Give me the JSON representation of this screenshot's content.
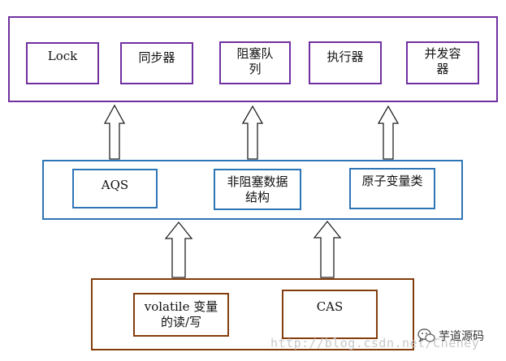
{
  "layers": {
    "top": {
      "border_color": "#7030a0",
      "items": [
        "Lock",
        "同步器",
        "阻塞队列",
        "执行器",
        "并发容器"
      ]
    },
    "middle": {
      "border_color": "#2e75b6",
      "items": [
        "AQS",
        "非阻塞数据结构",
        "原子变量类"
      ]
    },
    "bottom": {
      "border_color": "#843c0c",
      "items": [
        "volatile 变量的读/写",
        "CAS"
      ]
    }
  },
  "arrows": {
    "fill": "#ffffff",
    "stroke": "#222222"
  },
  "watermark": {
    "url_text": "http://blog.csdn.net/Cheney",
    "brand_text": "芋道源码",
    "icon": "wechat-icon"
  }
}
